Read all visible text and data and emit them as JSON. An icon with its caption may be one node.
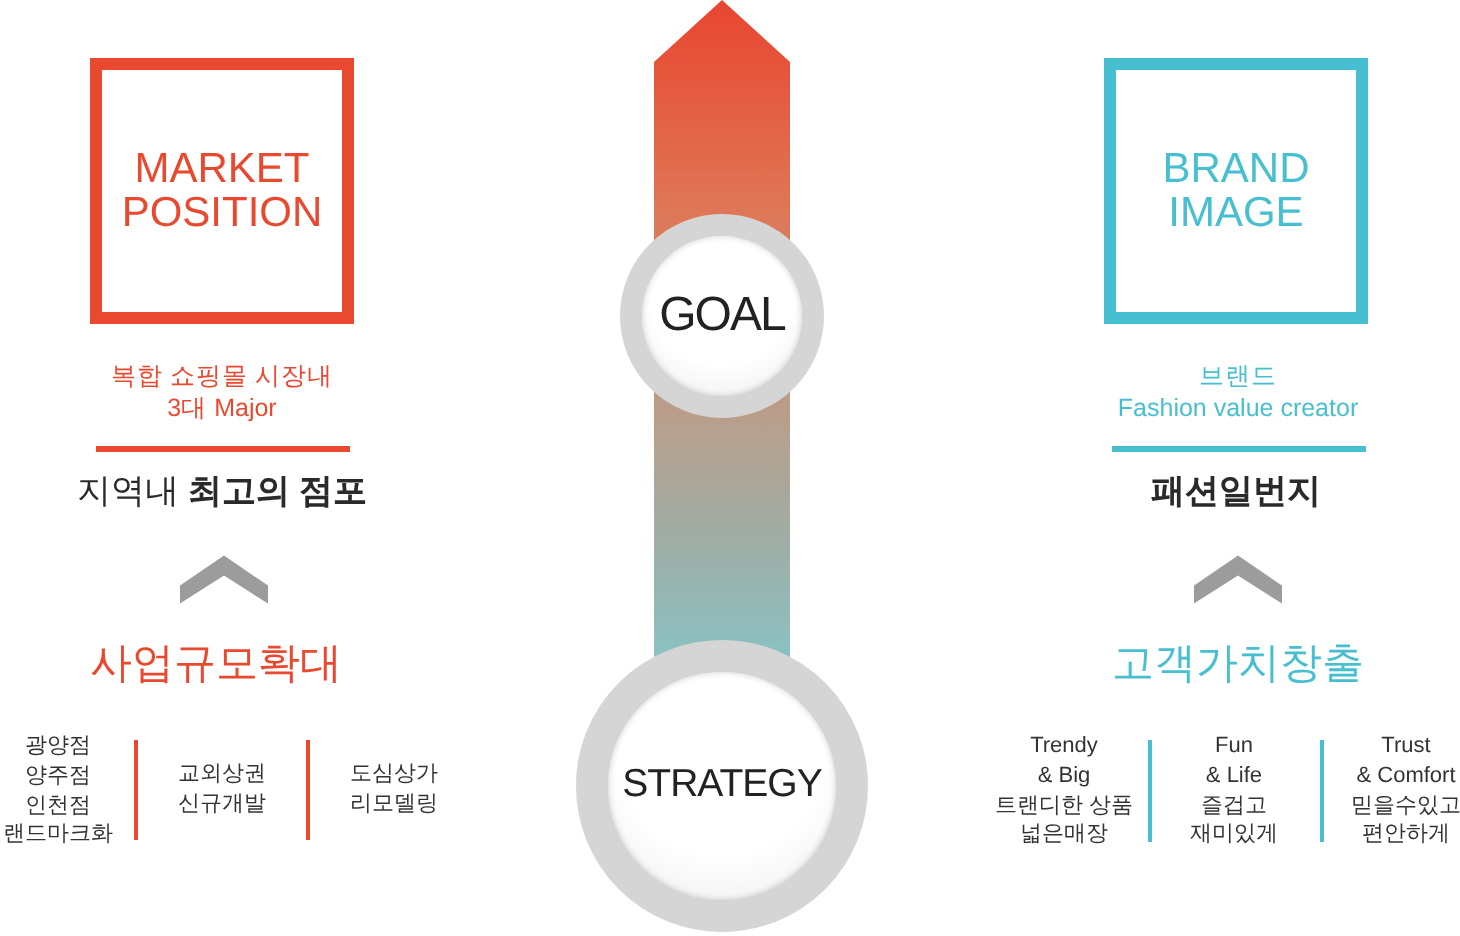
{
  "diagram": {
    "nodes": [
      {
        "text": [
          "MARKET POSITION"
        ],
        "beside": [
          "복합 쇼핑몰 시장내 3대 Major"
        ]
      },
      {
        "text": [
          "지역내 **최고의 점포**"
        ]
      },
      {
        "text": [
          "사업규모확대"
        ]
      },
      {
        "text": [
          "GOAL"
        ]
      },
      {
        "text": [
          "STRATEGY"
        ]
      },
      {
        "text": [
          "BRAND IMAGE"
        ],
        "beside": [
          "브랜드 Fashion value creator"
        ]
      },
      {
        "text": [
          "패션일번지"
        ]
      },
      {
        "text": [
          "고객가치창출"
        ]
      }
    ],
    "edges": [
      {
        "from": 2,
        "to": 1,
        "arrow": "to"
      },
      {
        "from": 7,
        "to": 6,
        "arrow": "to"
      },
      {
        "from": 4,
        "to": 3,
        "arrow": "to",
        "style": "thick"
      }
    ],
    "labels": [
      "광양점 양주점 인천점 랜드마크화",
      "교외상권 신규개발",
      "도심상가 리모델링",
      "Trendy & Big 트랜디한 상품 넓은매장",
      "Fun & Life 즐겁고 재미있게",
      "Trust & Comfort 믿을수있고 편안하게"
    ]
  }
}
